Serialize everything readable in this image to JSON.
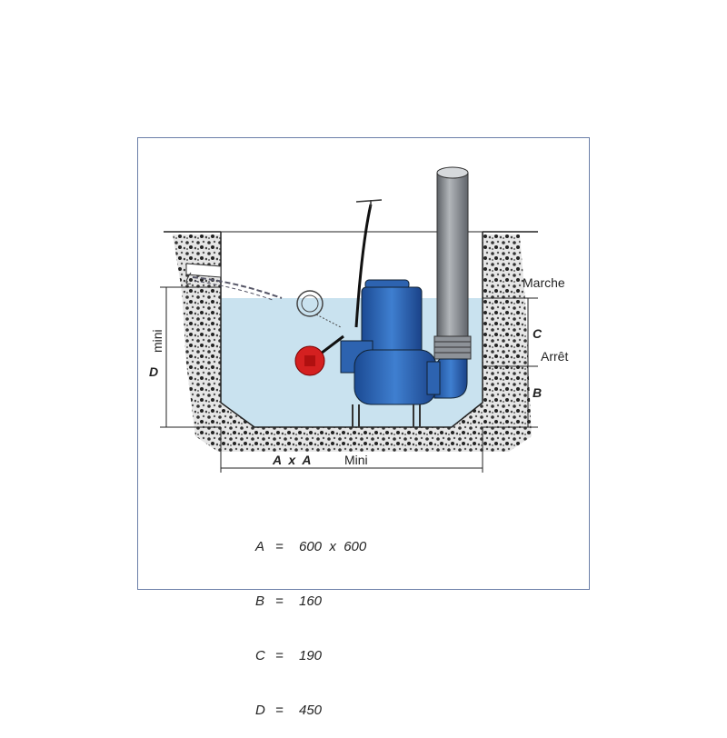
{
  "labels": {
    "start": "Marche",
    "stop": "Arrêt",
    "c": "C",
    "b": "B",
    "d": "D",
    "d_mini": "mini",
    "axa": "A  x  A",
    "axa_mini": "Mini"
  },
  "legend": [
    {
      "key": "A",
      "eq": "=",
      "value": "600  x  600"
    },
    {
      "key": "B",
      "eq": "=",
      "value": "160"
    },
    {
      "key": "C",
      "eq": "=",
      "value": "190"
    },
    {
      "key": "D",
      "eq": "=",
      "value": "450"
    }
  ],
  "colors": {
    "water": "#c9e2ef",
    "pump": "#2d63b0",
    "float": "#d42020",
    "pipe": "#8a8f95",
    "frame": "#6c7fa8"
  }
}
